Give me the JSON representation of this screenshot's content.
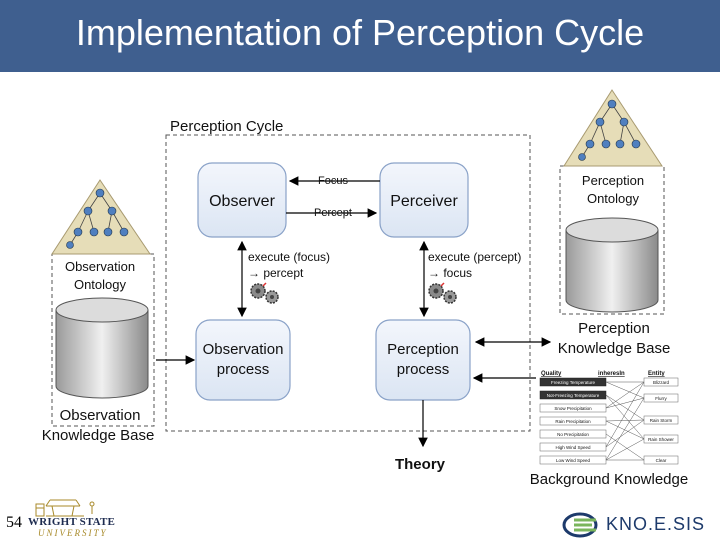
{
  "header": {
    "title": "Implementation of Perception Cycle"
  },
  "diagram": {
    "cycle_label": "Perception Cycle",
    "observer": "Observer",
    "perceiver": "Perceiver",
    "focus": "Focus",
    "percept": "Percept",
    "execute_focus_1": "execute (focus)",
    "execute_focus_2": "→ percept",
    "execute_percept_1": "execute (percept)",
    "execute_percept_2": "→ focus",
    "observation_process_1": "Observation",
    "observation_process_2": "process",
    "perception_process_1": "Perception",
    "perception_process_2": "process",
    "observation_ontology_1": "Observation",
    "observation_ontology_2": "Ontology",
    "perception_ontology_1": "Perception",
    "perception_ontology_2": "Ontology",
    "observation_kb_1": "Observation",
    "observation_kb_2": "Knowledge Base",
    "perception_kb_1": "Perception",
    "perception_kb_2": "Knowledge Base",
    "theory": "Theory",
    "background_knowledge": "Background Knowledge",
    "bk_table": {
      "headers": [
        "Quality",
        "inheresIn",
        "Entity"
      ],
      "qualities": [
        "Freezing Temperature",
        "Not-Freezing Temperature",
        "Snow Precipitation",
        "Rain Precipitation",
        "No Precipitation",
        "High Wind Speed",
        "Low Wind Speed"
      ],
      "entities": [
        "Blizzard",
        "Flurry",
        "Rain Storm",
        "Rain Shower",
        "Clear"
      ]
    }
  },
  "footer": {
    "page_number": "54",
    "university_name": "WRIGHT STATE",
    "university_sub": "UNIVERSITY",
    "kno_logo": "KNO.E.SIS"
  },
  "colors": {
    "header": "#3f5f8f",
    "box_fill": "#eaf0f9",
    "box_stroke": "#6a8cc0",
    "triangle_fill": "#e6ddb8",
    "node": "#4f7fbf"
  }
}
